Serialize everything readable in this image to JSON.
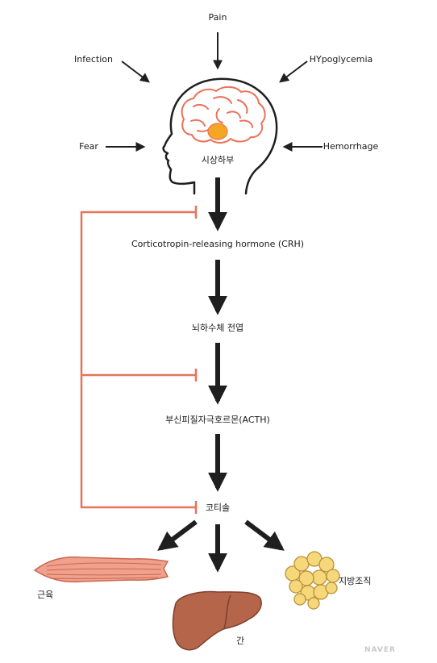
{
  "inputs": {
    "pain": "Pain",
    "infection": "Infection",
    "hypoglycemia": "HYpoglycemia",
    "fear": "Fear",
    "hemorrhage": "Hemorrhage"
  },
  "pathway": {
    "hypothalamus": "시상하부",
    "crh": "Corticotropin-releasing hormone (CRH)",
    "pituitary": "뇌하수체 전엽",
    "acth": "부신피질자극호르몬(ACTH)",
    "cortisol": "코티솔"
  },
  "targets": {
    "muscle": "근육",
    "liver": "간",
    "adipose": "지방조직"
  },
  "watermark": "NAVER",
  "colors": {
    "arrow": "#1f1f1f",
    "feedback": "#e8735a",
    "brain": "#e8735a",
    "hypothalamus": "#f5a623",
    "muscle": "#f0a08c",
    "liver": "#b5654a",
    "fat": "#f6d77a"
  }
}
